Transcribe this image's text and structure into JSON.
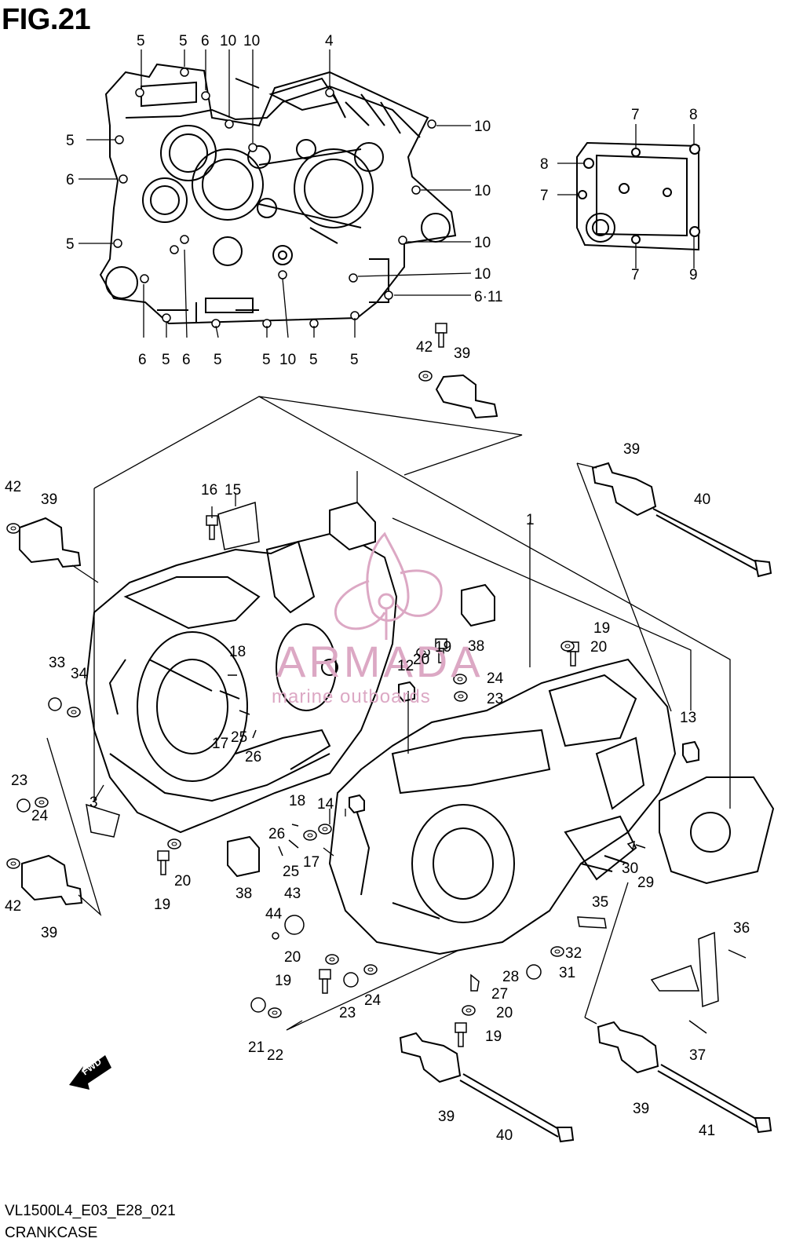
{
  "figure": {
    "title": "FIG.21",
    "code": "VL1500L4_E03_E28_021",
    "name": "CRANKCASE"
  },
  "watermark": {
    "brand": "ARMADA",
    "tagline": "marine outboards",
    "color": "#dca8c4"
  },
  "fwd_label": "FWD",
  "callouts": [
    {
      "id": "c1",
      "text": "5"
    },
    {
      "id": "c2",
      "text": "5"
    },
    {
      "id": "c3",
      "text": "6"
    },
    {
      "id": "c4",
      "text": "10"
    },
    {
      "id": "c5",
      "text": "10"
    },
    {
      "id": "c6",
      "text": "4"
    },
    {
      "id": "c7",
      "text": "10"
    },
    {
      "id": "c8",
      "text": "5"
    },
    {
      "id": "c9",
      "text": "10"
    },
    {
      "id": "c10",
      "text": "6"
    },
    {
      "id": "c11",
      "text": "5"
    },
    {
      "id": "c12",
      "text": "10"
    },
    {
      "id": "c13",
      "text": "10"
    },
    {
      "id": "c14",
      "text": "6·11"
    },
    {
      "id": "c15",
      "text": "6"
    },
    {
      "id": "c16",
      "text": "5"
    },
    {
      "id": "c17",
      "text": "6"
    },
    {
      "id": "c18",
      "text": "5"
    },
    {
      "id": "c19",
      "text": "5"
    },
    {
      "id": "c20",
      "text": "10"
    },
    {
      "id": "c21",
      "text": "5"
    },
    {
      "id": "c22",
      "text": "5"
    },
    {
      "id": "c23",
      "text": "7"
    },
    {
      "id": "c24",
      "text": "8"
    },
    {
      "id": "c25",
      "text": "8"
    },
    {
      "id": "c26",
      "text": "7"
    },
    {
      "id": "c27",
      "text": "7"
    },
    {
      "id": "c28",
      "text": "9"
    },
    {
      "id": "c29",
      "text": "42"
    },
    {
      "id": "c30",
      "text": "39"
    },
    {
      "id": "c31",
      "text": "39"
    },
    {
      "id": "c32",
      "text": "40"
    },
    {
      "id": "c33",
      "text": "42"
    },
    {
      "id": "c34",
      "text": "39"
    },
    {
      "id": "c35",
      "text": "16"
    },
    {
      "id": "c36",
      "text": "15"
    },
    {
      "id": "c37",
      "text": "1"
    },
    {
      "id": "c38",
      "text": "19"
    },
    {
      "id": "c39",
      "text": "20"
    },
    {
      "id": "c40",
      "text": "20"
    },
    {
      "id": "c41",
      "text": "19"
    },
    {
      "id": "c42",
      "text": "38"
    },
    {
      "id": "c43",
      "text": "18"
    },
    {
      "id": "c44",
      "text": "12"
    },
    {
      "id": "c45",
      "text": "24"
    },
    {
      "id": "c46",
      "text": "23"
    },
    {
      "id": "c47",
      "text": "13"
    },
    {
      "id": "c48",
      "text": "33"
    },
    {
      "id": "c49",
      "text": "34"
    },
    {
      "id": "c50",
      "text": "17"
    },
    {
      "id": "c51",
      "text": "25"
    },
    {
      "id": "c52",
      "text": "26"
    },
    {
      "id": "c53",
      "text": "23"
    },
    {
      "id": "c54",
      "text": "24"
    },
    {
      "id": "c55",
      "text": "3"
    },
    {
      "id": "c56",
      "text": "18"
    },
    {
      "id": "c57",
      "text": "14"
    },
    {
      "id": "c58",
      "text": "26"
    },
    {
      "id": "c59",
      "text": "17"
    },
    {
      "id": "c60",
      "text": "25"
    },
    {
      "id": "c61",
      "text": "20"
    },
    {
      "id": "c62",
      "text": "19"
    },
    {
      "id": "c63",
      "text": "38"
    },
    {
      "id": "c64",
      "text": "42"
    },
    {
      "id": "c65",
      "text": "39"
    },
    {
      "id": "c66",
      "text": "43"
    },
    {
      "id": "c67",
      "text": "44"
    },
    {
      "id": "c68",
      "text": "30"
    },
    {
      "id": "c69",
      "text": "29"
    },
    {
      "id": "c70",
      "text": "35"
    },
    {
      "id": "c71",
      "text": "36"
    },
    {
      "id": "c72",
      "text": "32"
    },
    {
      "id": "c73",
      "text": "31"
    },
    {
      "id": "c74",
      "text": "20"
    },
    {
      "id": "c75",
      "text": "19"
    },
    {
      "id": "c76",
      "text": "28"
    },
    {
      "id": "c77",
      "text": "27"
    },
    {
      "id": "c78",
      "text": "20"
    },
    {
      "id": "c79",
      "text": "19"
    },
    {
      "id": "c80",
      "text": "23"
    },
    {
      "id": "c81",
      "text": "24"
    },
    {
      "id": "c82",
      "text": "21"
    },
    {
      "id": "c83",
      "text": "22"
    },
    {
      "id": "c84",
      "text": "37"
    },
    {
      "id": "c85",
      "text": "39"
    },
    {
      "id": "c86",
      "text": "40"
    },
    {
      "id": "c87",
      "text": "39"
    },
    {
      "id": "c88",
      "text": "41"
    }
  ]
}
